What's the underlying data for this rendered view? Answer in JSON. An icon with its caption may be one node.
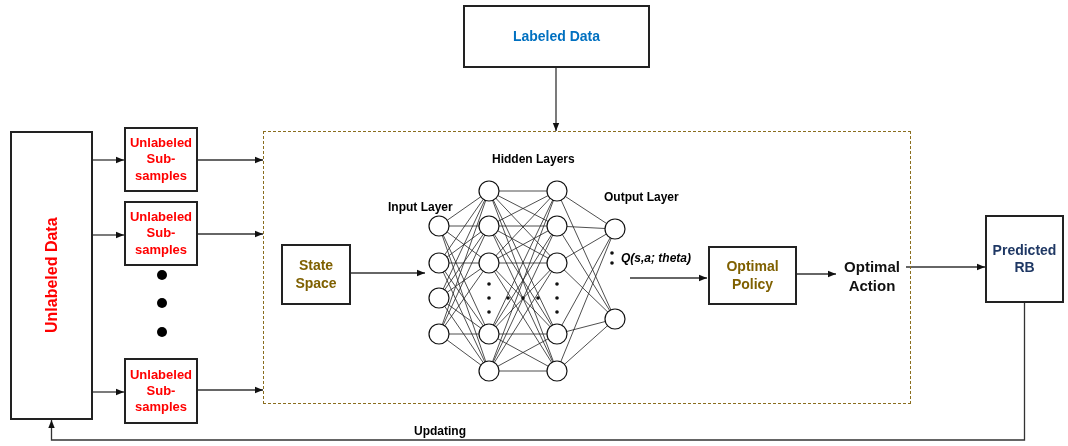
{
  "diagram": {
    "nodes": [
      {
        "text": [
          "Labeled Data"
        ]
      },
      {
        "text": [],
        "shape": "box"
      },
      {
        "text": [
          "State Space"
        ],
        "in": 1
      },
      {
        "text": [],
        "shape": "picture",
        "in": 1
      },
      {
        "text": [
          "Optimal Policy"
        ],
        "in": 1
      },
      {
        "text": [
          "Optimal Action"
        ],
        "in": 1
      },
      {
        "text": [
          "Unlabeled Data"
        ]
      },
      {
        "text": [
          "Unlabeled Sub-samples"
        ]
      },
      {
        "text": [
          "Unlabeled Sub-samples"
        ]
      },
      {
        "text": [
          "Unlabeled Sub-samples"
        ]
      },
      {
        "text": [
          "Predicted RB"
        ]
      }
    ],
    "edges": [
      {
        "from": 0,
        "to": 1,
        "arrow": "to"
      },
      {
        "from": 6,
        "to": 7,
        "arrow": "to"
      },
      {
        "from": 6,
        "to": 8,
        "arrow": "to"
      },
      {
        "from": 6,
        "to": 9,
        "arrow": "to"
      },
      {
        "from": 7,
        "to": 1,
        "arrow": "to"
      },
      {
        "from": 8,
        "to": 1,
        "arrow": "to"
      },
      {
        "from": 9,
        "to": 1,
        "arrow": "to"
      },
      {
        "from": 2,
        "to": 3,
        "arrow": "to"
      },
      {
        "from": 3,
        "to": 4,
        "arrow": "to",
        "label": "Q(s,a; theta)"
      },
      {
        "from": 4,
        "to": 5,
        "arrow": "to"
      },
      {
        "from": 5,
        "to": 10,
        "arrow": "to"
      },
      {
        "from": 10,
        "to": 6,
        "arrow": "to",
        "label": "Updating"
      }
    ],
    "labels": [
      "Hidden Layers",
      "Input Layer",
      "Output Layer"
    ]
  }
}
